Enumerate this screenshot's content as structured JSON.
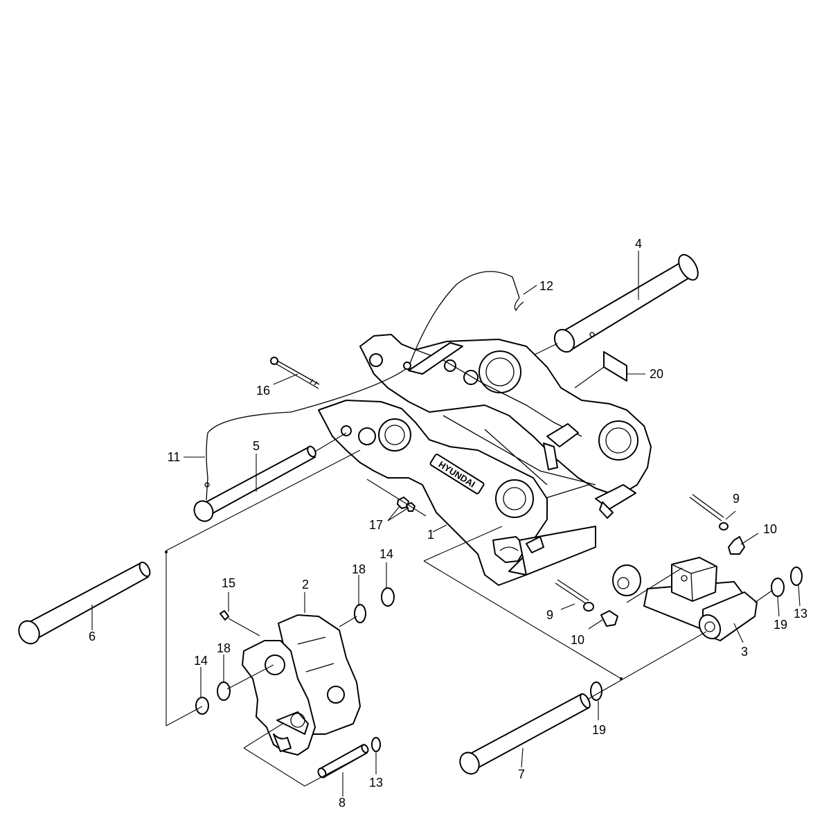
{
  "diagram": {
    "brand_text": "HYUNDAI",
    "callouts": [
      {
        "id": "c1",
        "text": "1"
      },
      {
        "id": "c2",
        "text": "2"
      },
      {
        "id": "c3",
        "text": "3"
      },
      {
        "id": "c4",
        "text": "4"
      },
      {
        "id": "c5",
        "text": "5"
      },
      {
        "id": "c6",
        "text": "6"
      },
      {
        "id": "c7",
        "text": "7"
      },
      {
        "id": "c8",
        "text": "8"
      },
      {
        "id": "c9a",
        "text": "9"
      },
      {
        "id": "c9b",
        "text": "9"
      },
      {
        "id": "c10a",
        "text": "10"
      },
      {
        "id": "c10b",
        "text": "10"
      },
      {
        "id": "c11",
        "text": "11"
      },
      {
        "id": "c12",
        "text": "12"
      },
      {
        "id": "c13a",
        "text": "13"
      },
      {
        "id": "c13b",
        "text": "13"
      },
      {
        "id": "c14a",
        "text": "14"
      },
      {
        "id": "c14b",
        "text": "14"
      },
      {
        "id": "c15",
        "text": "15"
      },
      {
        "id": "c16",
        "text": "16"
      },
      {
        "id": "c17",
        "text": "17"
      },
      {
        "id": "c18a",
        "text": "18"
      },
      {
        "id": "c18b",
        "text": "18"
      },
      {
        "id": "c19a",
        "text": "19"
      },
      {
        "id": "c19b",
        "text": "19"
      },
      {
        "id": "c20",
        "text": "20"
      }
    ]
  }
}
